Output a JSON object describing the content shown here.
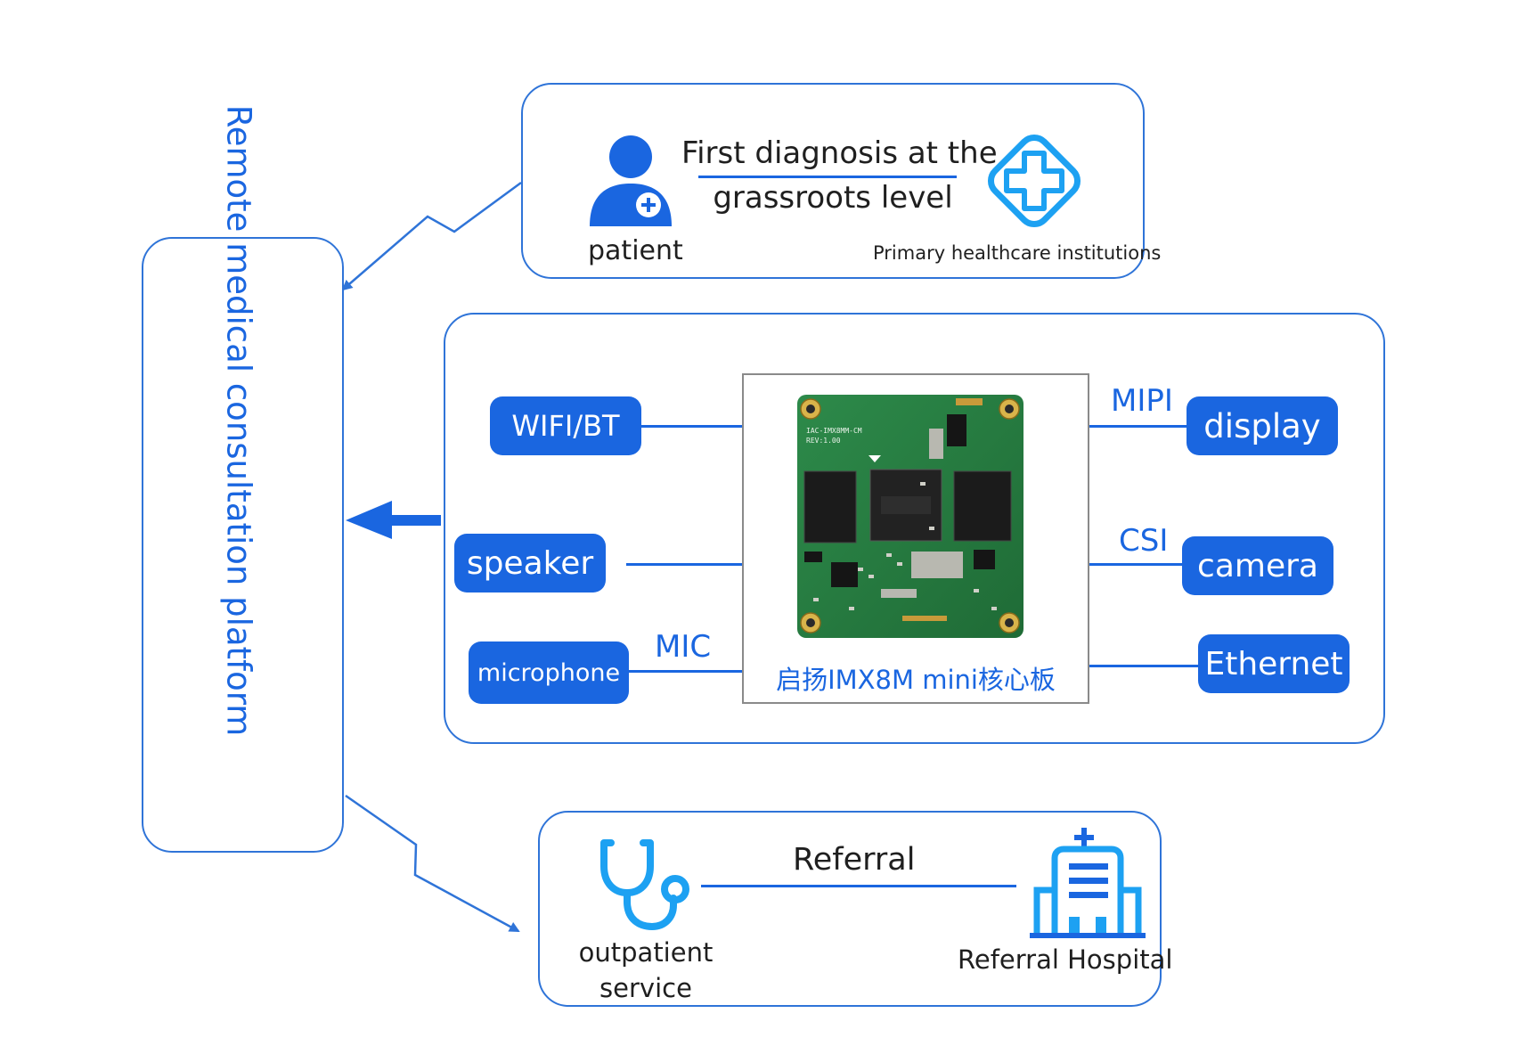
{
  "platform": {
    "label": "Remote medical consultation platform"
  },
  "grassroots": {
    "patient_label": "patient",
    "diagnosis_line1": "First diagnosis at the",
    "diagnosis_line2": "grassroots level",
    "institution_label": "Primary healthcare institutions",
    "icons": [
      "patient-icon",
      "medical-cross-icon"
    ]
  },
  "core": {
    "board_caption": "启扬IMX8M mini核心板",
    "board_image": "core-board-photo",
    "left_modules": [
      {
        "label": "WIFI/BT"
      },
      {
        "label": "speaker"
      },
      {
        "label": "microphone",
        "interface": "MIC"
      }
    ],
    "right_modules": [
      {
        "label": "display",
        "interface": "MIPI"
      },
      {
        "label": "camera",
        "interface": "CSI"
      },
      {
        "label": "Ethernet"
      }
    ]
  },
  "referral": {
    "outpatient_line1": "outpatient",
    "outpatient_line2": "service",
    "referral_label": "Referral",
    "hospital_label": "Referral Hospital",
    "icons": [
      "stethoscope-icon",
      "hospital-icon"
    ]
  },
  "colors": {
    "accent": "#1a66e0",
    "frame": "#2f74d8",
    "icon": "#1da1f2",
    "text": "#1f1f1f"
  }
}
